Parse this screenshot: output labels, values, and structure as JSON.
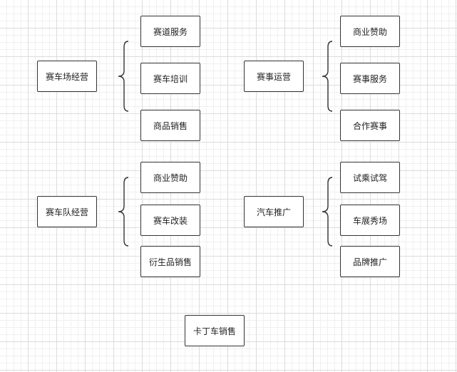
{
  "groups": [
    {
      "title": "赛车场经营",
      "items": [
        "赛道服务",
        "赛车培训",
        "商品销售"
      ]
    },
    {
      "title": "赛事运营",
      "items": [
        "商业赞助",
        "赛事服务",
        "合作赛事"
      ]
    },
    {
      "title": "赛车队经营",
      "items": [
        "商业赞助",
        "赛车改装",
        "衍生品销售"
      ]
    },
    {
      "title": "汽车推广",
      "items": [
        "试乘试驾",
        "车展秀场",
        "品牌推广"
      ]
    }
  ],
  "standalone": {
    "title": "卡丁车销售"
  }
}
